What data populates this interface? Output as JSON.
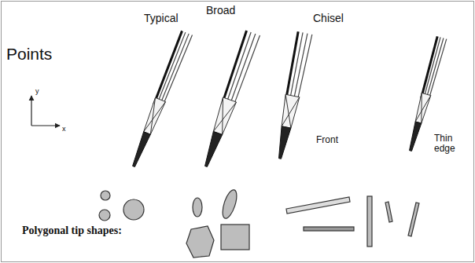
{
  "diagram": {
    "labels": [
      "Typical",
      "Broad",
      "Chisel",
      "Points",
      "y",
      "x",
      "Front",
      "Thin edge",
      "Polygonal tip shapes:"
    ]
  }
}
